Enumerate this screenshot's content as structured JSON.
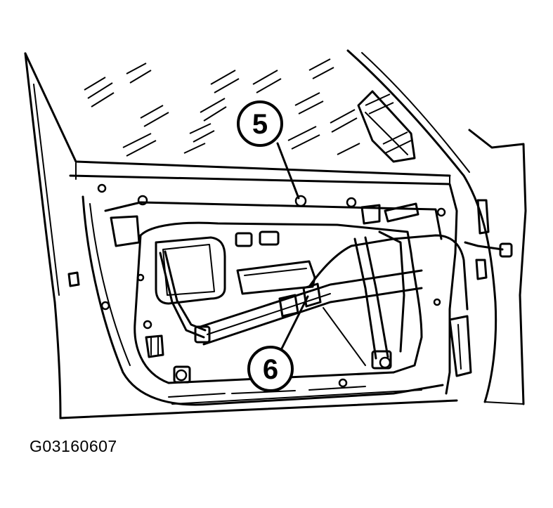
{
  "callouts": [
    {
      "id": "5",
      "label": "5"
    },
    {
      "id": "6",
      "label": "6"
    }
  ],
  "figure_code": "G03160607",
  "colors": {
    "ink": "#000000",
    "background": "#ffffff"
  }
}
